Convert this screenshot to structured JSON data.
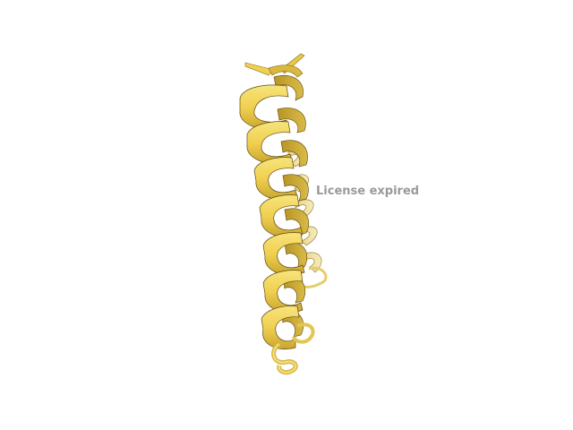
{
  "viewer": {
    "watermark_text": "License expired",
    "background_color": "#ffffff",
    "watermark_color": "#9a9a9a"
  },
  "structure": {
    "representation": "cartoon",
    "secondary_structure": "alpha-helix",
    "colors": {
      "ribbon_front": "#f0d050",
      "ribbon_back": "#c8a830",
      "ribbon_shadow": "#7a6420",
      "ribbon_pale": "#f3e3a0",
      "loop": "#e8cc5c"
    }
  }
}
